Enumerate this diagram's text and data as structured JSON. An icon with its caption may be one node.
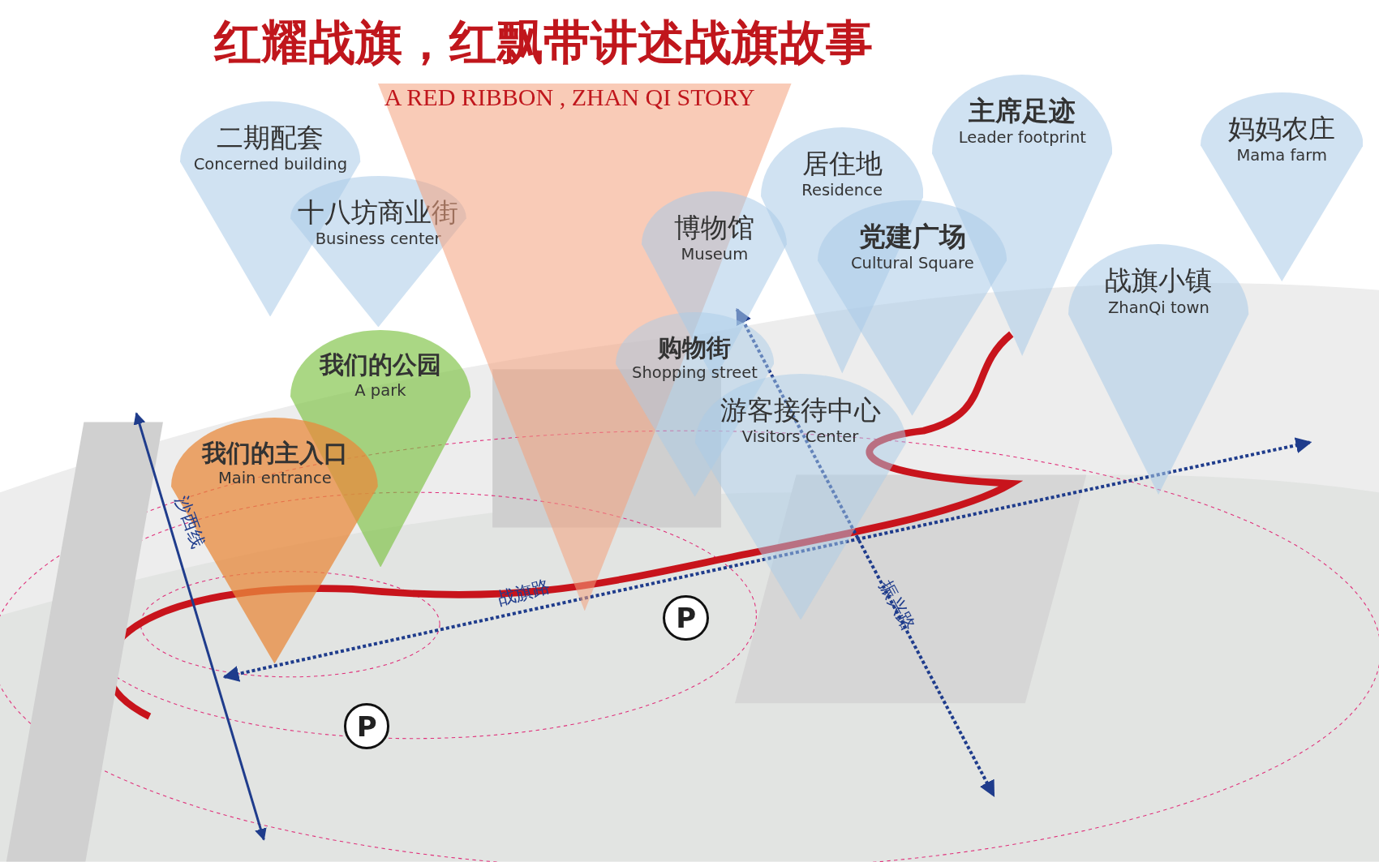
{
  "diagram": {
    "title": "红耀战旗，红飘带讲述战旗故事",
    "nodes": [
      {
        "text": [
          "二期配套",
          "Concerned building"
        ]
      },
      {
        "text": [
          "十八坊商业街",
          "Business center"
        ]
      },
      {
        "text": [],
        "shape": "cone"
      },
      {
        "text": [
          "博物馆",
          "Museum"
        ]
      },
      {
        "text": [
          "居住地",
          "Residence"
        ]
      },
      {
        "text": [
          "主席足迹",
          "Leader footprint"
        ]
      },
      {
        "text": [
          "妈妈农庄",
          "Mama farm"
        ]
      },
      {
        "text": [
          "党建广场",
          "Cultural Square"
        ]
      },
      {
        "text": [
          "战旗小镇",
          "ZhanQi town"
        ]
      },
      {
        "text": [
          "购物街",
          "Shopping street"
        ]
      },
      {
        "text": [
          "我们的公园",
          "A park"
        ]
      },
      {
        "text": [
          "游客接待中心",
          "Visitors Center"
        ]
      },
      {
        "text": [
          "我们的主入口",
          "Main entrance"
        ]
      },
      {
        "text": [
          "P"
        ]
      },
      {
        "text": [
          "P"
        ]
      }
    ],
    "edges": [],
    "labels": [
      "A RED RIBBON , ZHAN QI STORY",
      "沙西线",
      "战旗路",
      "振兴路"
    ]
  }
}
